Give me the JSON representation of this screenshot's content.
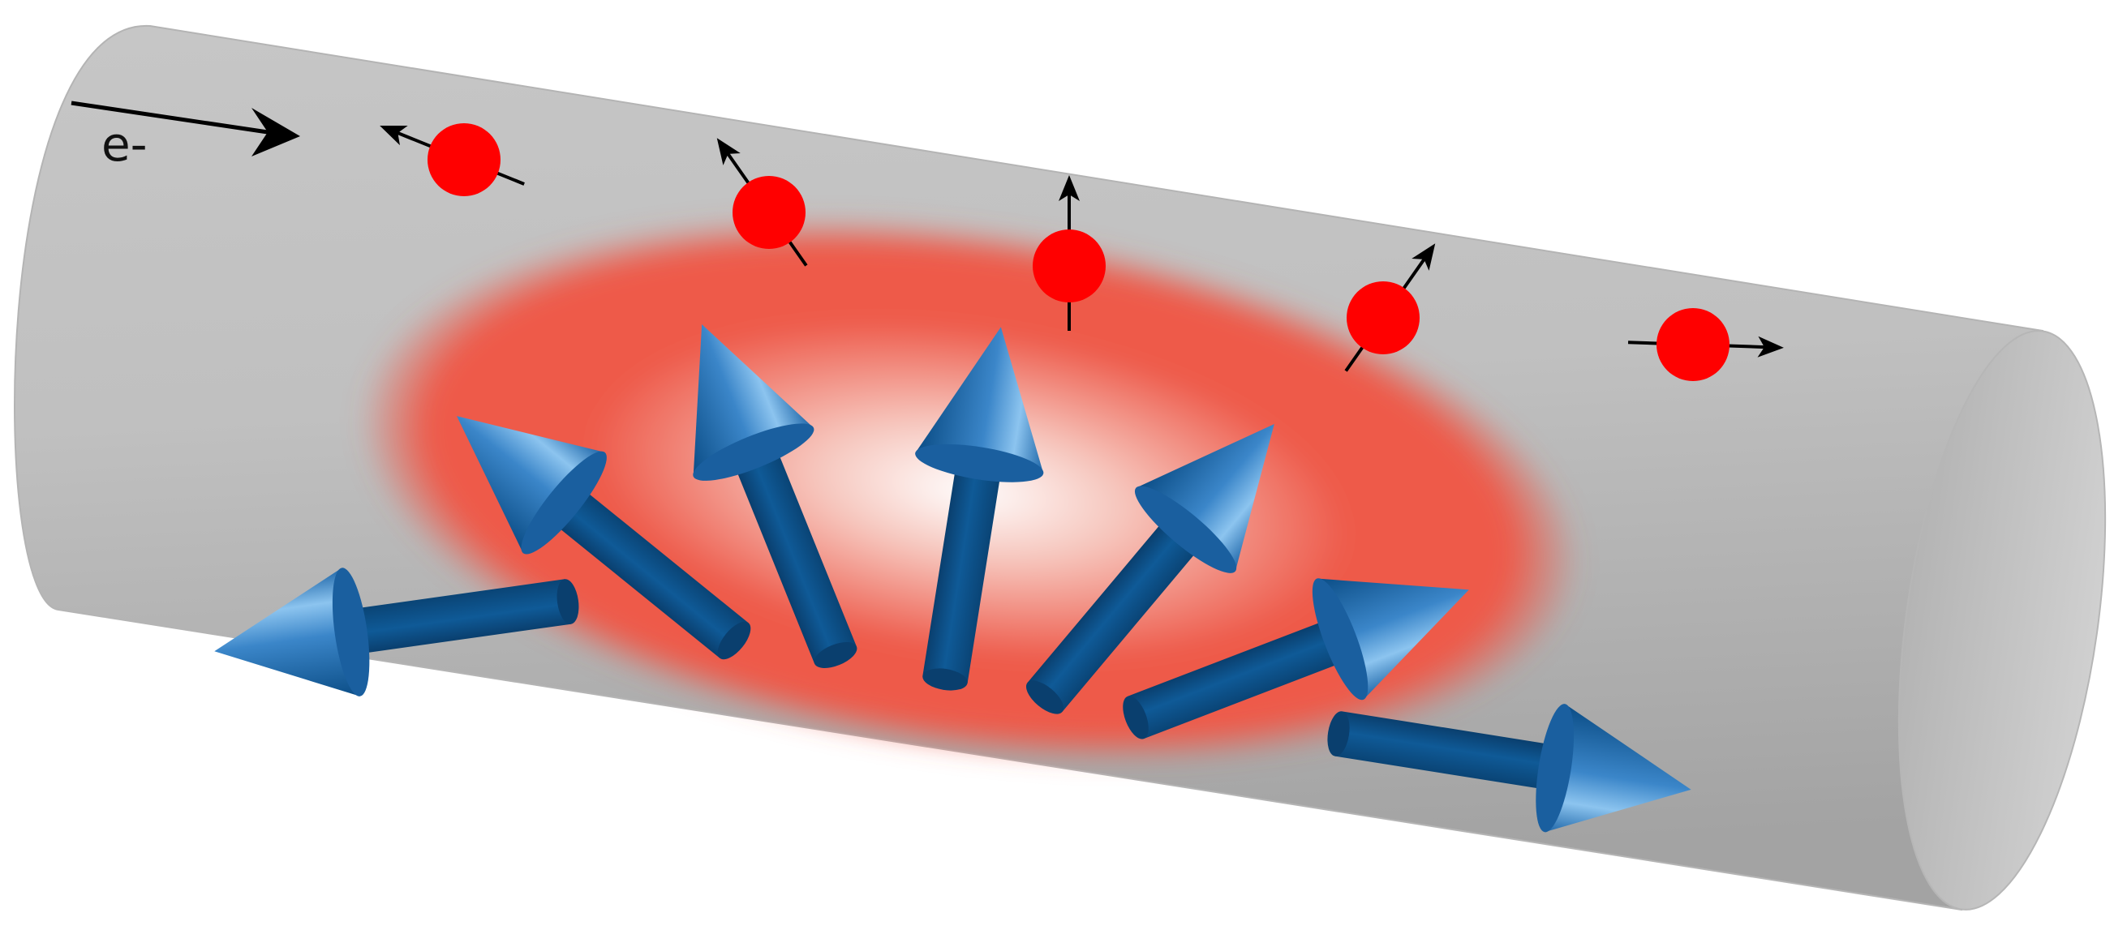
{
  "diagram": {
    "electron_label": "e-",
    "colors": {
      "wire": "#c2c2c2",
      "wire_edge": "#a9a9a9",
      "magnetization_region": "#ee5a4a",
      "spin_arrow": "#0d5591",
      "spin_arrow_highlight": "#5fa3dc",
      "electron": "#ff0000",
      "electron_spin": "#000000"
    },
    "spin_arrow_count": 7,
    "electron_count": 5,
    "icons": {
      "electron_flow": "arrow-right-icon",
      "spin": "arrow-icon"
    }
  }
}
